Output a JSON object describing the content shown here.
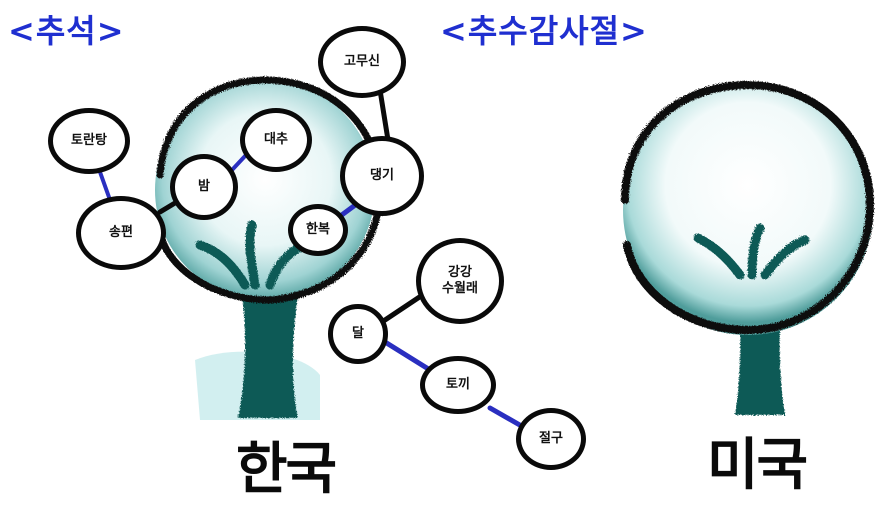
{
  "headings": {
    "left": "<추석>",
    "right": "<추수감사절>"
  },
  "countries": {
    "korea": "한국",
    "usa": "미국"
  },
  "nodes": {
    "toran_tang": "토란탕",
    "songpyeon": "송편",
    "bam": "밤",
    "daechu": "대추",
    "gomusin": "고무신",
    "daenggi": "댕기",
    "hanbok": "한복",
    "ganggang_sullae": "강강\n수월래",
    "dal": "달",
    "tokki": "토끼",
    "jeolgu": "절구"
  },
  "colors": {
    "heading": "#1f2fd0",
    "tree_teal": "#0f5a57",
    "tree_light": "#cfeeee",
    "link_blue": "#2a2fc0",
    "outline": "#0a0a0a"
  }
}
